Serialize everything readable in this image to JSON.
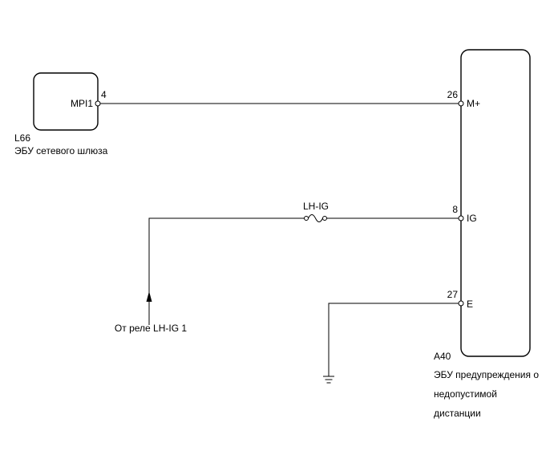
{
  "ecu_gateway": {
    "code": "L66",
    "name": "ЭБУ сетевого шлюза",
    "pin_number": "4",
    "pin_label": "MPI1"
  },
  "ecu_warning": {
    "code": "A40",
    "name_line1": "ЭБУ предупреждения о",
    "name_line2": "недопустимой",
    "name_line3": "дистанции",
    "pins": [
      {
        "number": "26",
        "label": "M+"
      },
      {
        "number": "8",
        "label": "IG"
      },
      {
        "number": "27",
        "label": "E"
      }
    ]
  },
  "fuse": {
    "label": "LH-IG"
  },
  "relay_source": {
    "label": "От реле LH-IG 1"
  },
  "ground": {
    "icon": "ground-icon"
  }
}
